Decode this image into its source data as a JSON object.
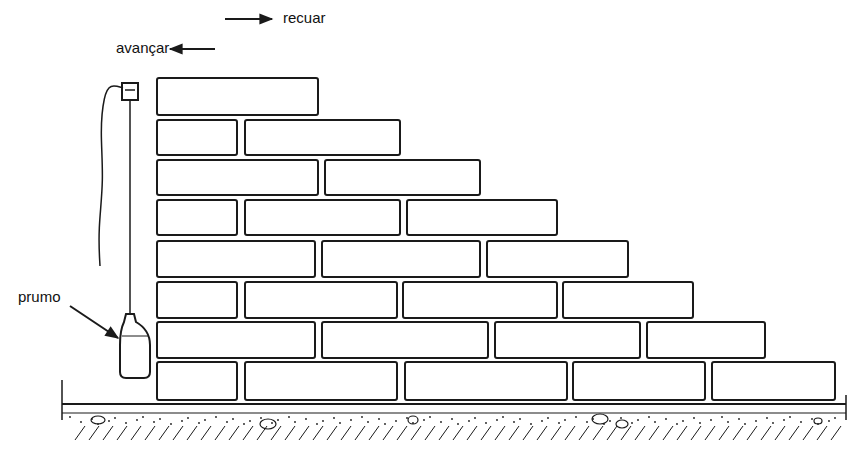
{
  "diagram": {
    "labels": [
      "recuar",
      "avançar",
      "prumo"
    ]
  }
}
